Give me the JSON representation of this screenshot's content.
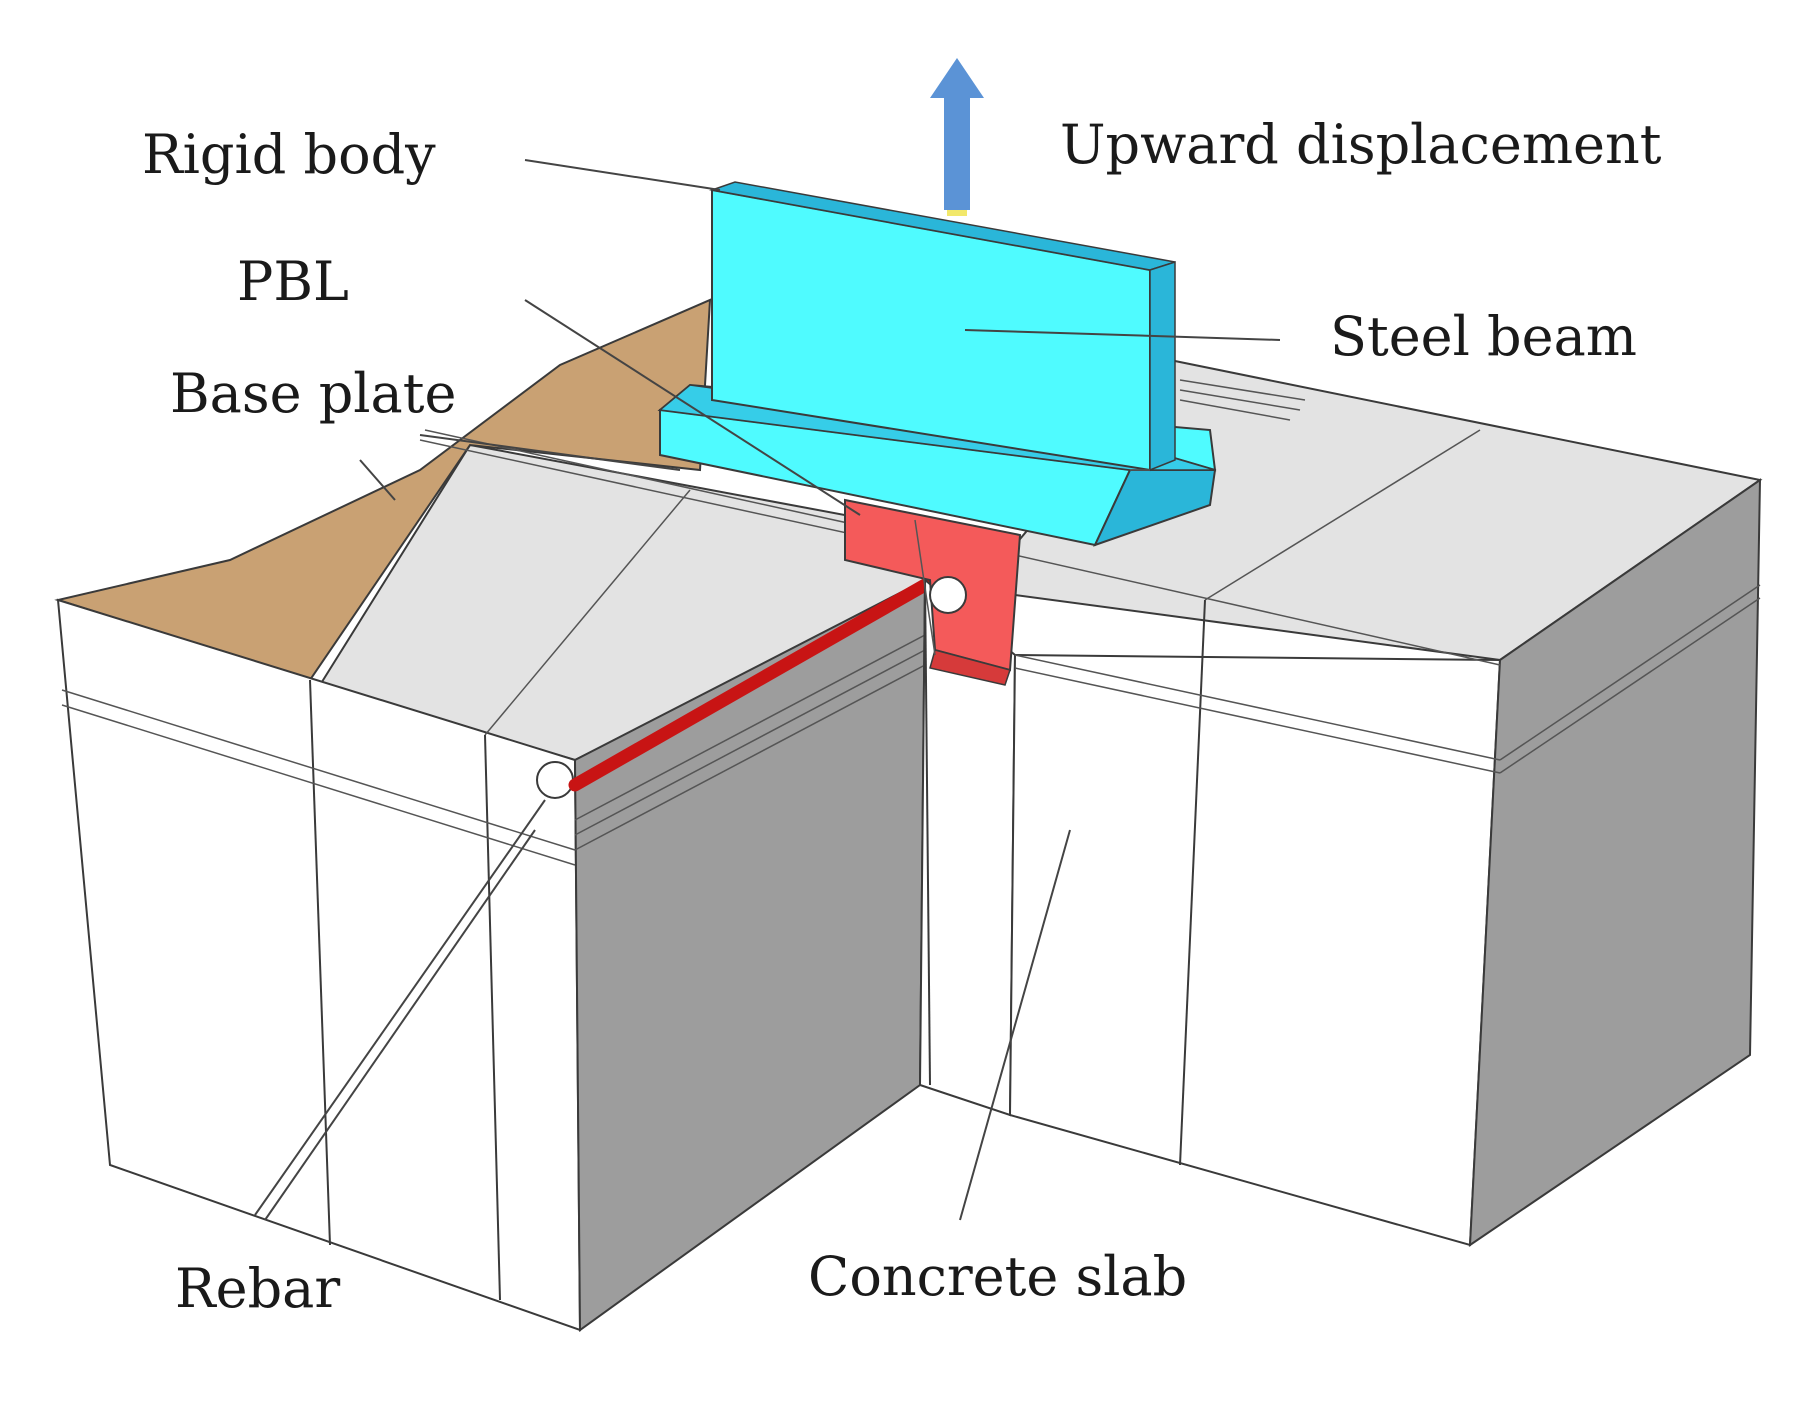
{
  "labels": {
    "rigid_body": "Rigid body",
    "upward_displacement": "Upward displacement",
    "pbl": "PBL",
    "steel_beam": "Steel beam",
    "base_plate": "Base plate",
    "rebar": "Rebar",
    "concrete_slab": "Concrete slab"
  },
  "colors": {
    "steel_beam": "#4FFBFF",
    "steel_beam_side": "#2AB6D9",
    "pbl": "#F45A5A",
    "rebar": "#C81414",
    "base_plate": "#C9A173",
    "concrete_top": "#E3E3E3",
    "concrete_front": "#FFFFFF",
    "concrete_side": "#9D9D9D",
    "arrow": "#5B93D6"
  }
}
